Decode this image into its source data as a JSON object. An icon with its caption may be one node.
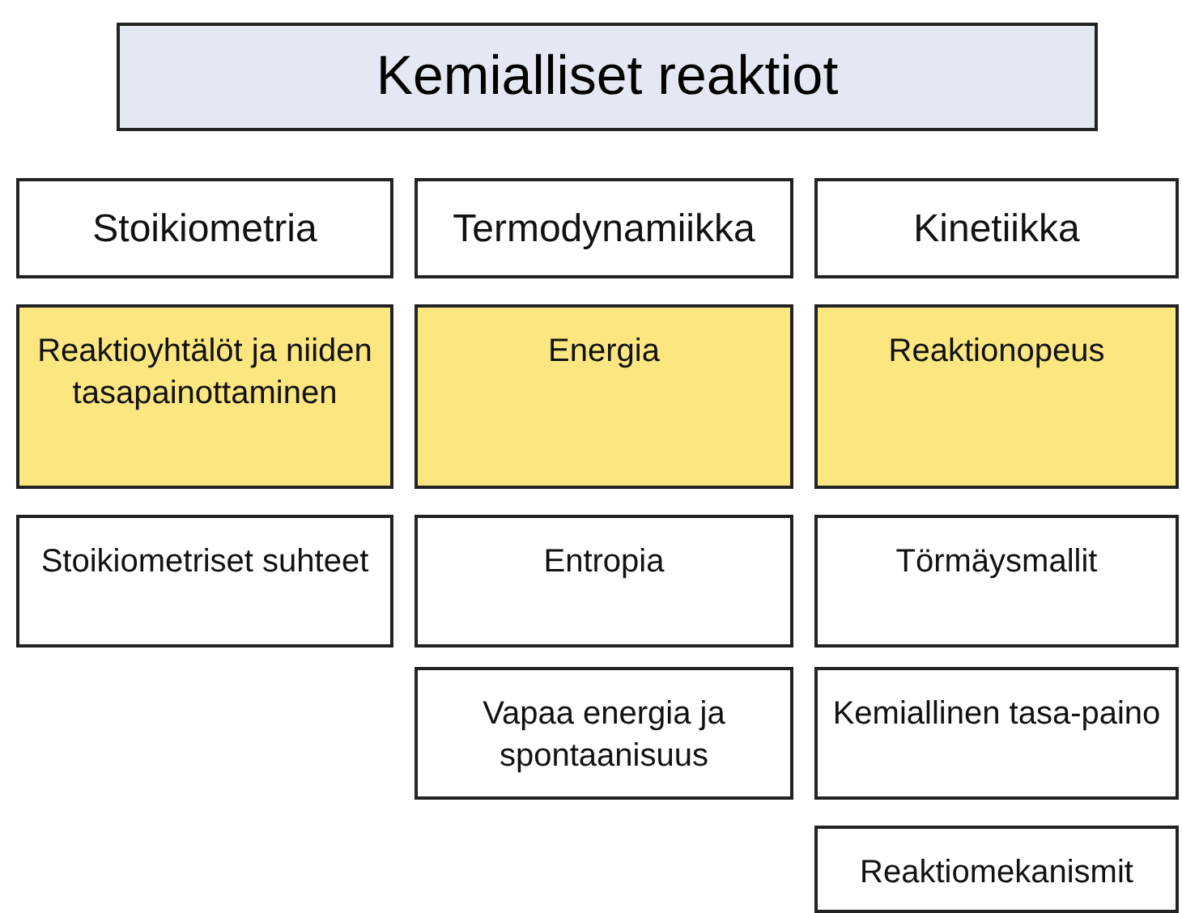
{
  "diagram": {
    "title": "Kemialliset reaktiot",
    "nodes": [
      {
        "text": [
          "Stoikiometria"
        ]
      },
      {
        "text": [
          "Termodynamiikka"
        ]
      },
      {
        "text": [
          "Kinetiikka"
        ]
      },
      {
        "text": [
          "Reaktioyhtälöt ja niiden tasapainottaminen"
        ]
      },
      {
        "text": [
          "Energia"
        ]
      },
      {
        "text": [
          "Reaktionopeus"
        ]
      },
      {
        "text": [
          "Stoikiometriset suhteet"
        ]
      },
      {
        "text": [
          "Entropia"
        ]
      },
      {
        "text": [
          "Törmäysmallit"
        ]
      },
      {
        "text": [
          "Vapaa energia ja spontaanisuus"
        ]
      },
      {
        "text": [
          "Kemiallinen tasa-paino"
        ]
      },
      {
        "text": [
          "Reaktiomekanismit"
        ]
      }
    ]
  }
}
